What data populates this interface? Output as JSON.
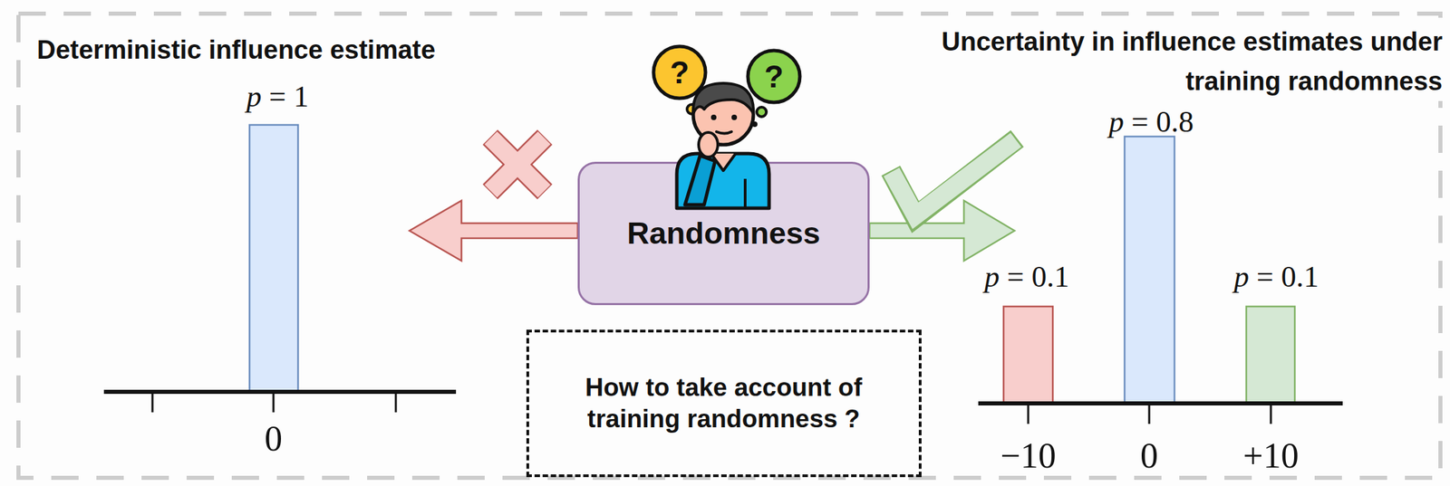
{
  "diagram": {
    "nodes": [
      {
        "text": [
          "Randomness"
        ]
      },
      {
        "text": [
          "How to take account of training randomness ?"
        ]
      }
    ],
    "labels": [
      "Deterministic influence estimate",
      "Uncertainty in influence estimates under training randomness",
      "?",
      "?",
      "p = 1",
      "0",
      "p = 0.1",
      "p = 0.8",
      "p = 0.1",
      "−10",
      "0",
      "+10"
    ]
  }
}
